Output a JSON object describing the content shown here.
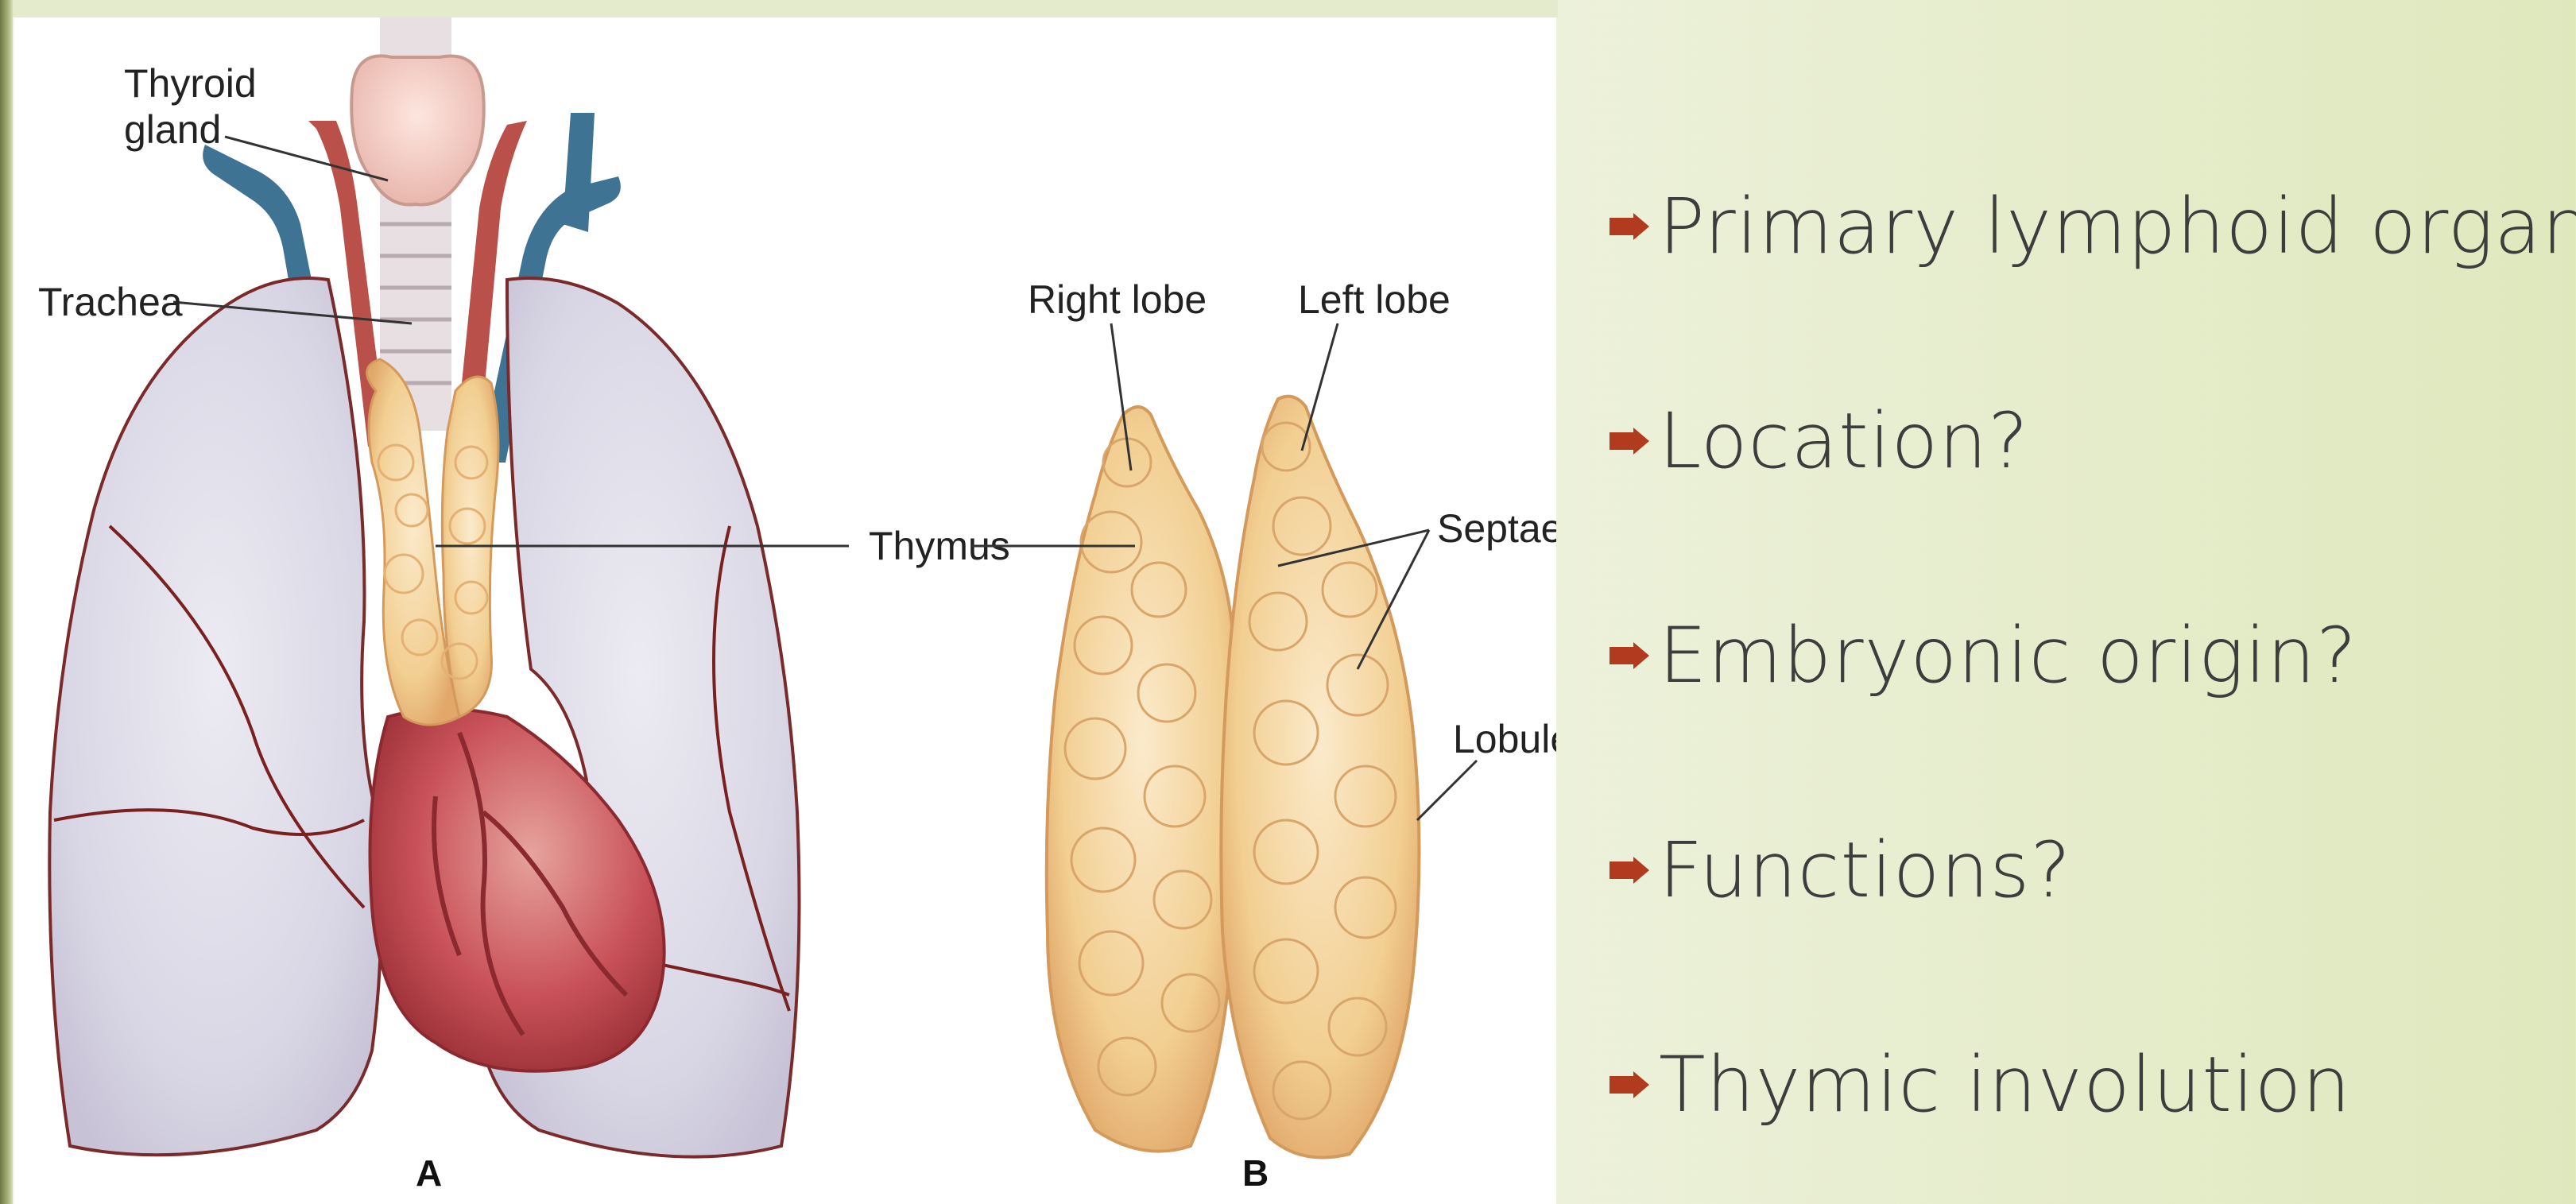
{
  "figure": {
    "labels": {
      "thyroid_gland_line1": "Thyroid",
      "thyroid_gland_line2": "gland",
      "trachea": "Trachea",
      "thymus": "Thymus",
      "right_lobe": "Right lobe",
      "left_lobe": "Left lobe",
      "septae": "Septae",
      "lobule": "Lobule",
      "panel_a": "A",
      "panel_b": "B"
    }
  },
  "bullets": [
    {
      "text": "Primary lymphoid organ",
      "icon": "arrow-bullet-icon"
    },
    {
      "text": "Location?",
      "icon": "arrow-bullet-icon"
    },
    {
      "text": "Embryonic origin?",
      "icon": "arrow-bullet-icon"
    },
    {
      "text": "Functions?",
      "icon": "arrow-bullet-icon"
    },
    {
      "text": "Thymic involution",
      "icon": "arrow-bullet-icon"
    }
  ],
  "colors": {
    "bullet_icon": "#b23a1e",
    "bullet_text": "#3d3d3d",
    "lung": "#dcdae6",
    "thymus": "#f3d7a6",
    "heart": "#c9505a",
    "vein": "#3f7394",
    "artery": "#b9514a"
  }
}
